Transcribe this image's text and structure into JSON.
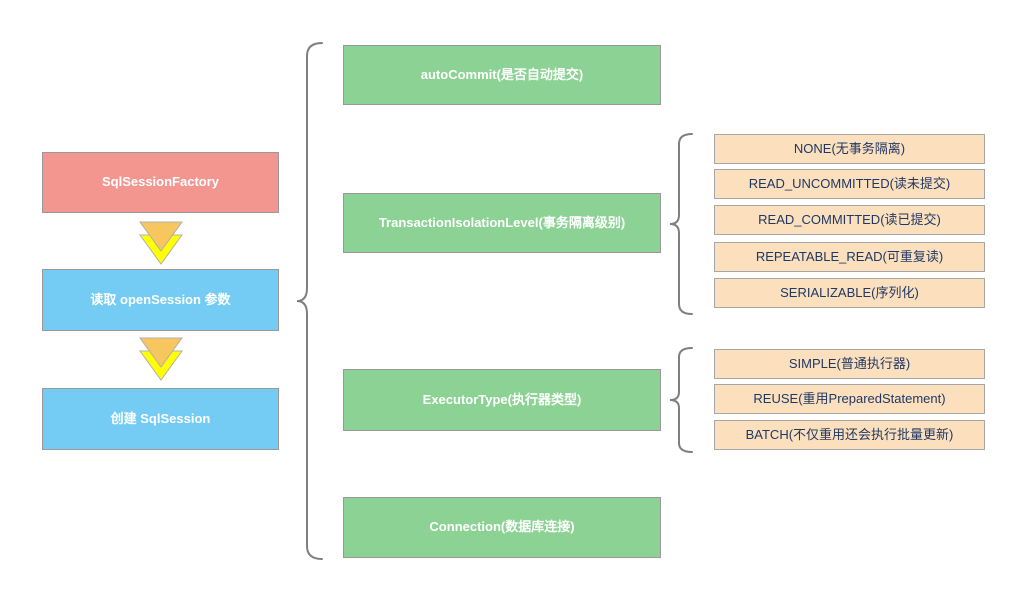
{
  "flow": {
    "nodes": [
      {
        "label": "SqlSessionFactory"
      },
      {
        "label": "读取 openSession 参数"
      },
      {
        "label": "创建 SqlSession"
      }
    ]
  },
  "params": {
    "items": [
      {
        "label": "autoCommit(是否自动提交)"
      },
      {
        "label": "TransactionIsolationLevel(事务隔离级别)"
      },
      {
        "label": "ExecutorType(执行器类型)"
      },
      {
        "label": "Connection(数据库连接)"
      }
    ]
  },
  "isolation_levels": {
    "items": [
      "NONE(无事务隔离)",
      "READ_UNCOMMITTED(读未提交)",
      "READ_COMMITTED(读已提交)",
      "REPEATABLE_READ(可重复读)",
      "SERIALIZABLE(序列化)"
    ]
  },
  "executor_types": {
    "items": [
      "SIMPLE(普通执行器)",
      "REUSE(重用PreparedStatement)",
      "BATCH(不仅重用还会执行批量更新)"
    ]
  },
  "colors": {
    "factory_fill": "#F2968F",
    "step_fill": "#74CCF4",
    "param_fill": "#8CD294",
    "option_fill": "#FCE0BD",
    "option_text": "#1F3864",
    "box_border": "#999999",
    "arrow_top": "#F7C65F",
    "arrow_bottom": "#FFFF00",
    "brace_stroke": "#7F7F7F"
  }
}
